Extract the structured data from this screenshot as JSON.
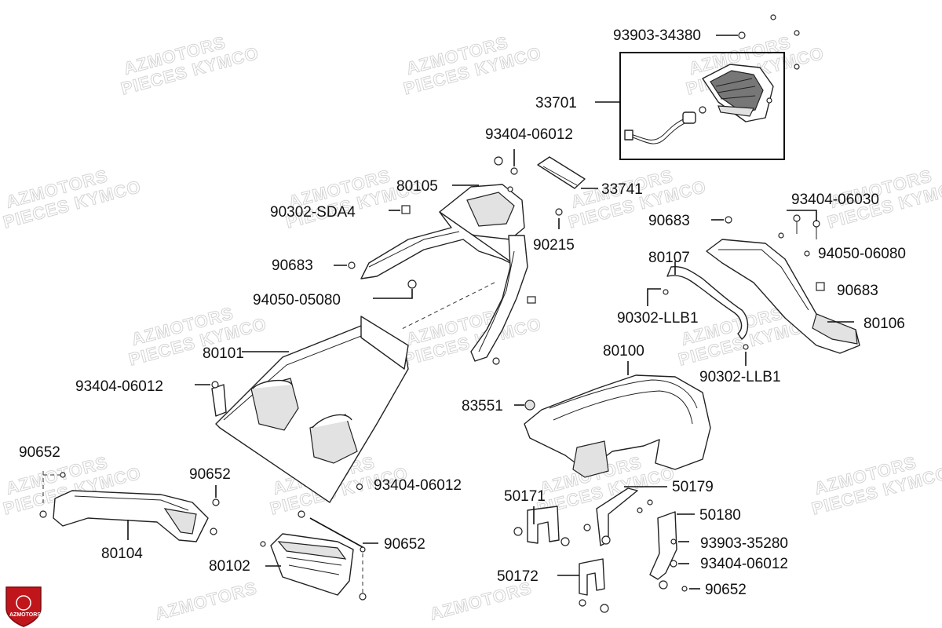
{
  "watermark": {
    "line1": "AZMOTORS",
    "line2": "PIECES KYMCO"
  },
  "logo": {
    "text": "AZMOTORS",
    "color": "#c0161b"
  },
  "labels": {
    "p93903_34380": "93903-34380",
    "p33701": "33701",
    "p93404_06012_top": "93404-06012",
    "p80105": "80105",
    "p33741": "33741",
    "p90302_sda4": "90302-SDA4",
    "p93404_06030": "93404-06030",
    "p90683_a": "90683",
    "p90215": "90215",
    "p94050_06080": "94050-06080",
    "p80107": "80107",
    "p90683_b": "90683",
    "p90683_c": "90683",
    "p94050_05080": "94050-05080",
    "p90302_llb1_a": "90302-LLB1",
    "p80106": "80106",
    "p80101": "80101",
    "p80100": "80100",
    "p90302_llb1_b": "90302-LLB1",
    "p93404_06012_mid": "93404-06012",
    "p83551": "83551",
    "p90652_a": "90652",
    "p90652_b": "90652",
    "p93404_06012_low": "93404-06012",
    "p50179": "50179",
    "p50171": "50171",
    "p50180": "50180",
    "p80104": "80104",
    "p90652_c": "90652",
    "p93903_35280": "93903-35280",
    "p80102": "80102",
    "p93404_06012_right": "93404-06012",
    "p50172": "50172",
    "p90652_d": "90652"
  }
}
